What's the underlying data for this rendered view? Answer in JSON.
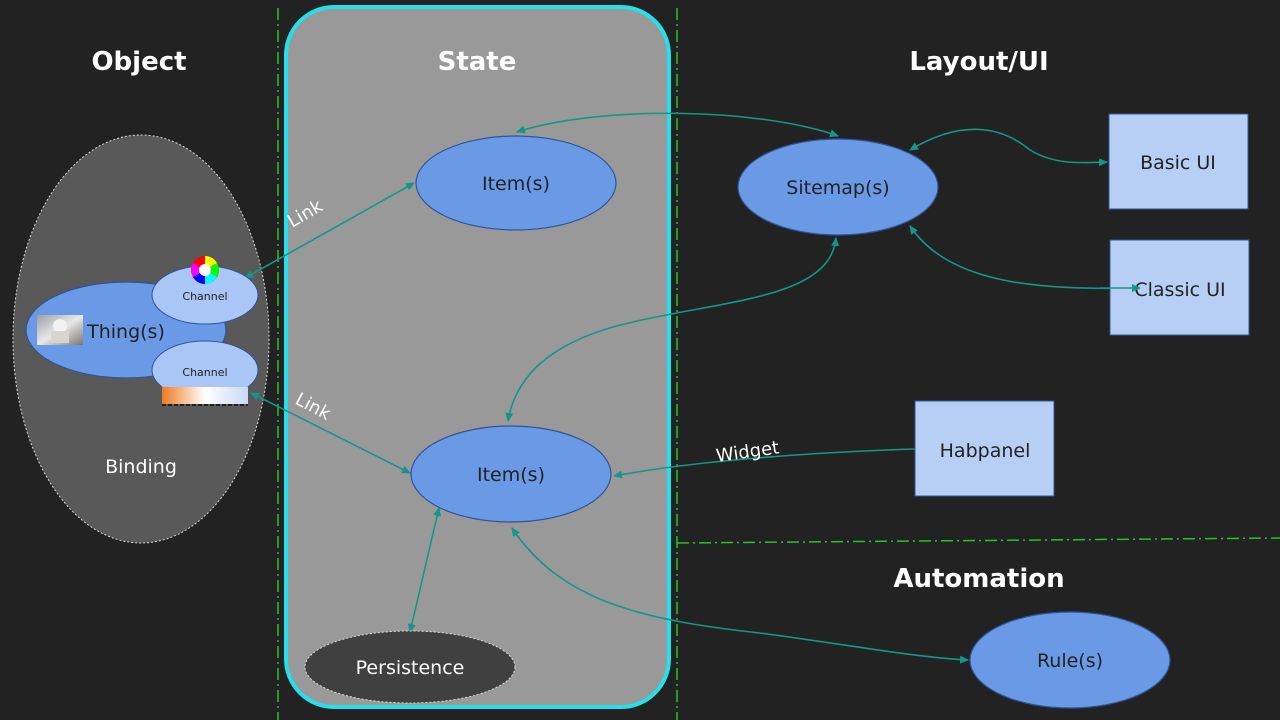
{
  "colors": {
    "background": "#222222",
    "state_panel_fill": "#999999",
    "state_panel_border": "#23e0ea",
    "node_blue": "#6a9ae6",
    "node_light_blue": "#a9c6f7",
    "box_blue": "#b7cff5",
    "arrow": "#14968a",
    "divider": "#27c427"
  },
  "sections": {
    "object": "Object",
    "state": "State",
    "layout": "Layout/UI",
    "automation": "Automation"
  },
  "nodes": {
    "item_top": "Item(s)",
    "item_bottom": "Item(s)",
    "sitemap": "Sitemap(s)",
    "basic_ui": "Basic UI",
    "classic_ui": "Classic UI",
    "habpanel": "Habpanel",
    "rules": "Rule(s)",
    "persistence": "Persistence",
    "thing": "Thing(s)",
    "channel_top": "Channel",
    "channel_bottom": "Channel",
    "binding": "Binding"
  },
  "edge_labels": {
    "link_top": "Link",
    "link_bottom": "Link",
    "widget": "Widget"
  },
  "icons": {
    "color_wheel": "color-wheel-icon",
    "thing_photo": "device-photo-icon",
    "gradient_bar": "color-temperature-gradient-icon"
  }
}
